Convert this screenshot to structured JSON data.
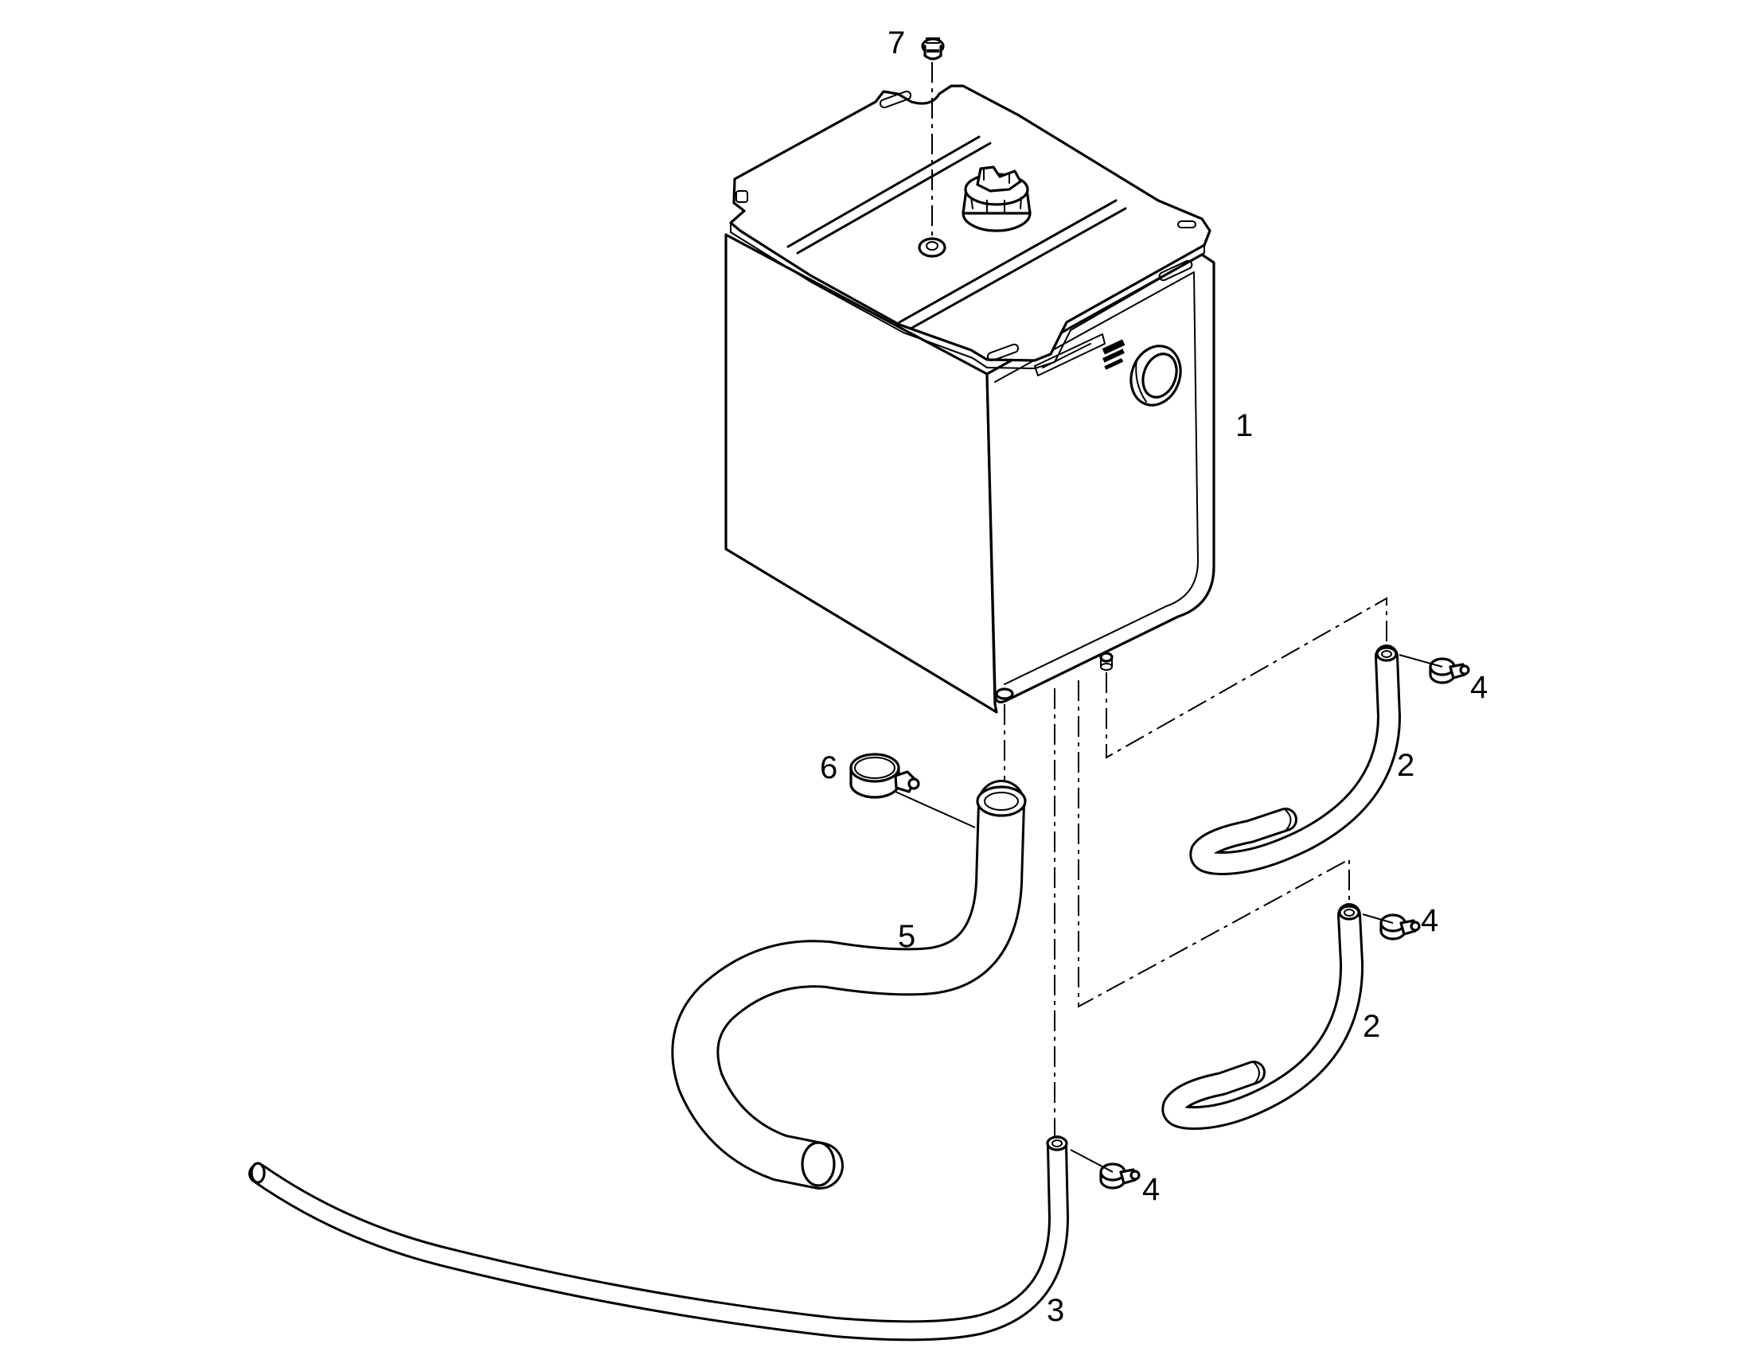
{
  "diagram": {
    "colors": {
      "line": "#000000",
      "background": "#ffffff"
    },
    "callouts": [
      {
        "id": "c7",
        "label": "7",
        "part": "drain-plug"
      },
      {
        "id": "c1",
        "label": "1",
        "part": "tank"
      },
      {
        "id": "c4a",
        "label": "4",
        "part": "hose-clamp"
      },
      {
        "id": "c2a",
        "label": "2",
        "part": "hose"
      },
      {
        "id": "c6",
        "label": "6",
        "part": "hose-clamp-large"
      },
      {
        "id": "c4b",
        "label": "4",
        "part": "hose-clamp"
      },
      {
        "id": "c5",
        "label": "5",
        "part": "hose-large"
      },
      {
        "id": "c2b",
        "label": "2",
        "part": "hose"
      },
      {
        "id": "c4c",
        "label": "4",
        "part": "hose-clamp"
      },
      {
        "id": "c3",
        "label": "3",
        "part": "hose-long"
      }
    ]
  }
}
